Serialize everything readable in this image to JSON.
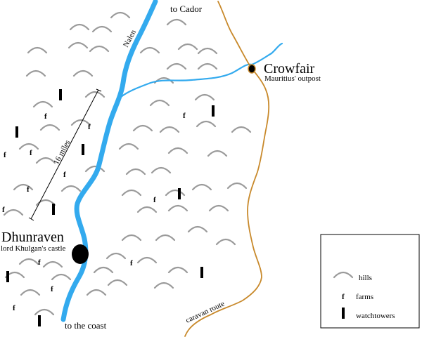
{
  "labels": {
    "to_cador": "to Cador",
    "river_name": "Nalen",
    "crowfair": "Crowfair",
    "crowfair_sub": "Mauritius' outpost",
    "distance": "16 miles",
    "dhunraven": "Dhunraven",
    "dhunraven_sub": "lord Khulgan's castle",
    "to_coast": "to the coast",
    "caravan": "caravan route"
  },
  "legend": {
    "hills": "hills",
    "farms": "farms",
    "watchtowers": "watchtowers",
    "farm_glyph": "f"
  },
  "colors": {
    "river": "#33aaee",
    "road": "#c8892b",
    "hill": "#9a9a9a",
    "ink": "#000000"
  }
}
